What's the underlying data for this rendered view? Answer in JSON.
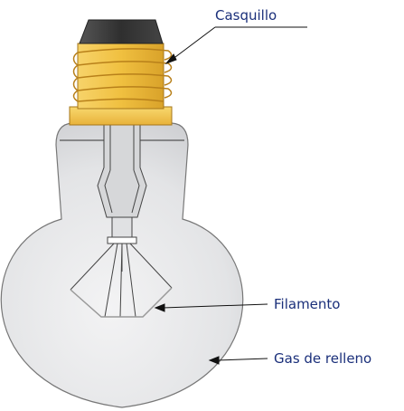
{
  "labels": {
    "casquillo": "Casquillo",
    "filamento": "Filamento",
    "gas": "Gas de relleno"
  },
  "colors": {
    "label_text": "#1a2f7a",
    "glass": "#e3e4e6",
    "glass_edge": "#777777",
    "base_gold": "#f0c040",
    "base_thread": "#b8801a",
    "base_cap": "#3a3a3a",
    "leader": "#111111"
  }
}
